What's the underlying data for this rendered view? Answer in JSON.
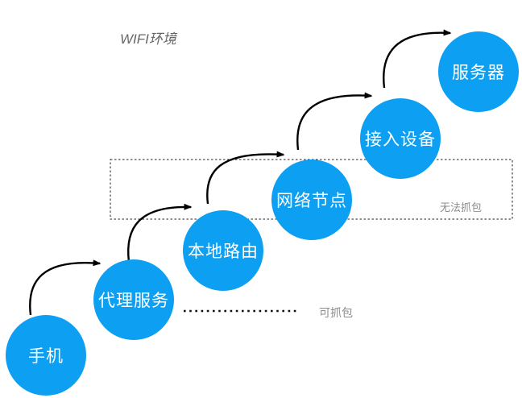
{
  "diagram": {
    "title": "WIFI环境",
    "nodes": [
      {
        "id": "phone",
        "label": "手机"
      },
      {
        "id": "proxy-service",
        "label": "代理服务"
      },
      {
        "id": "local-router",
        "label": "本地路由"
      },
      {
        "id": "network-node",
        "label": "网络节点"
      },
      {
        "id": "access-device",
        "label": "接入设备"
      },
      {
        "id": "server",
        "label": "服务器"
      }
    ],
    "edges": [
      {
        "from": "手机",
        "to": "代理服务"
      },
      {
        "from": "代理服务",
        "to": "本地路由"
      },
      {
        "from": "本地路由",
        "to": "网络节点"
      },
      {
        "from": "网络节点",
        "to": "接入设备"
      },
      {
        "from": "接入设备",
        "to": "服务器"
      }
    ],
    "annotations": {
      "no_capture_zone_label": "无法抓包",
      "capture_line_label": "可抓包"
    },
    "colors": {
      "node_fill": "#0C9FF2",
      "node_text": "#FFFFFF",
      "arrow": "#000000",
      "dashed_zone_border": "#222222",
      "annotation_text": "#8C8C8C",
      "title_text": "#666666"
    }
  }
}
